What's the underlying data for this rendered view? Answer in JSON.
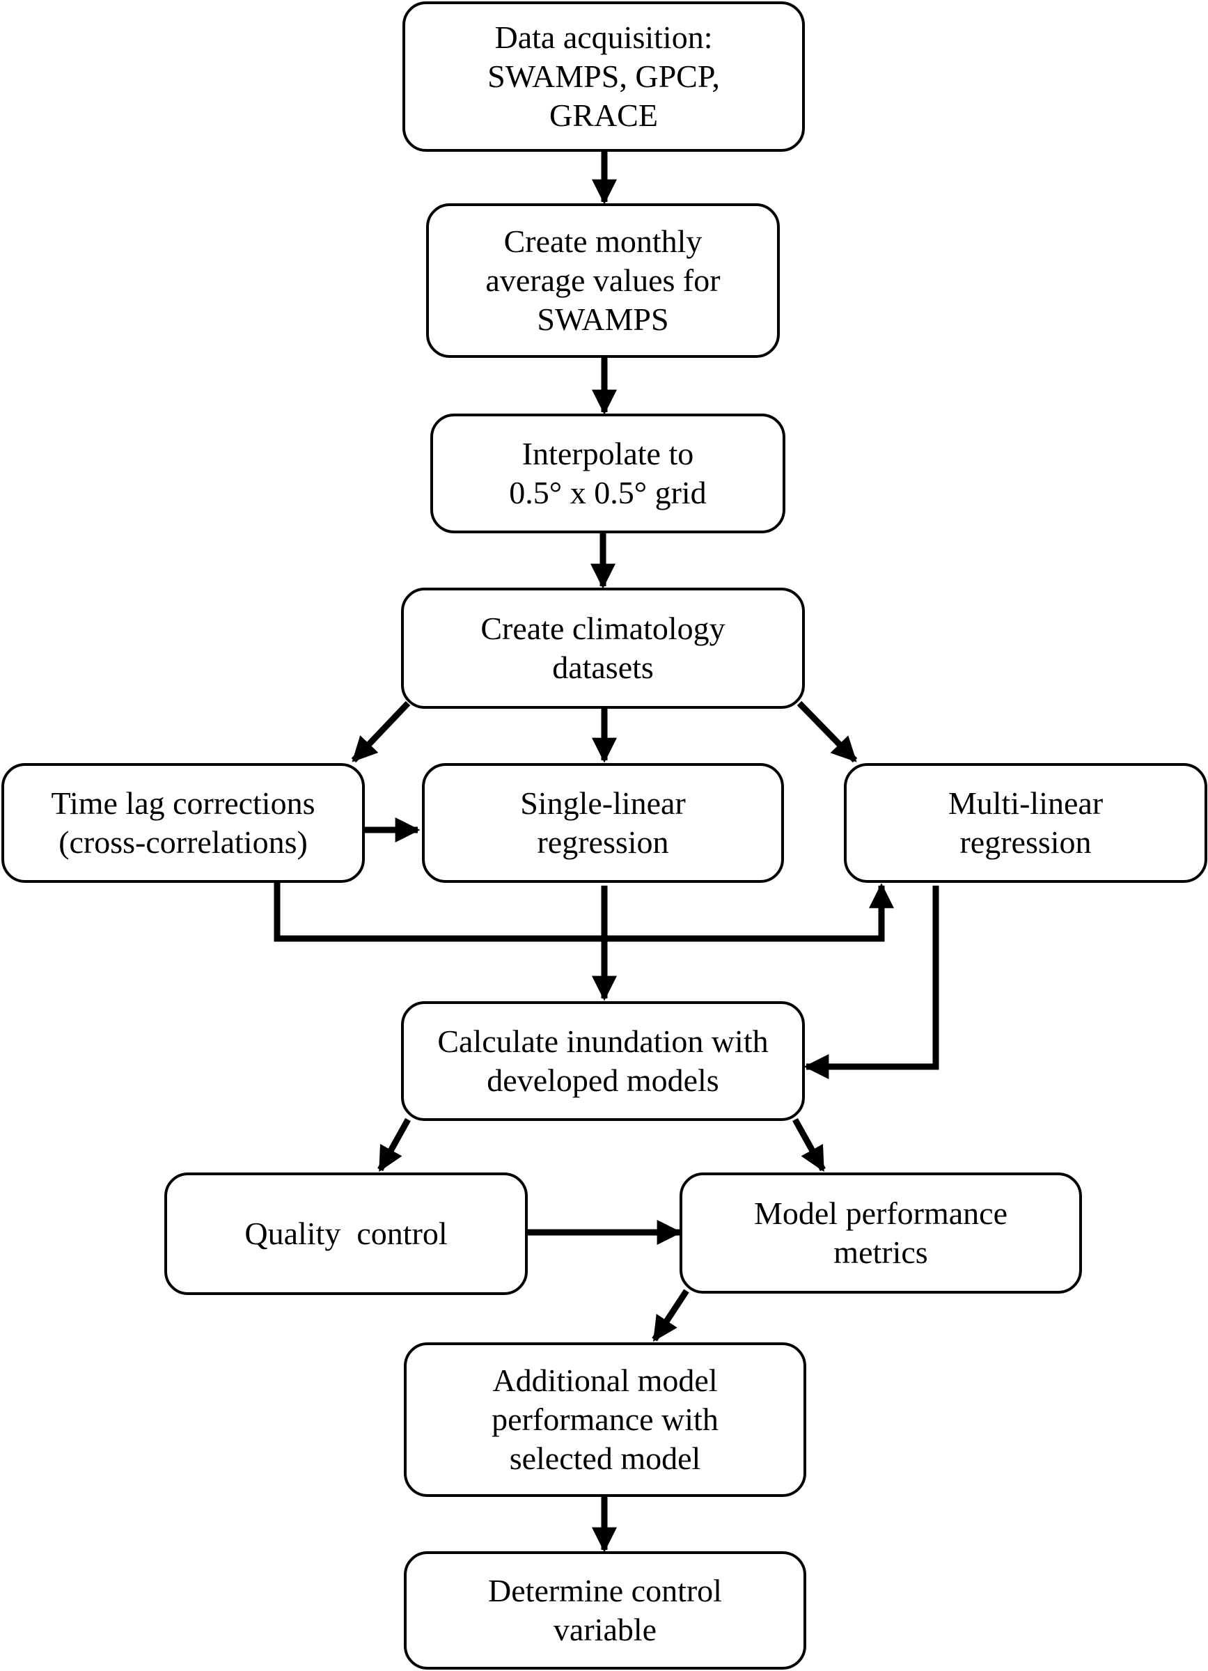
{
  "nodes": {
    "data_acquisition": [
      "Data acquisition:",
      "SWAMPS, GPCP,",
      "GRACE"
    ],
    "monthly_average": [
      "Create monthly",
      "average values for",
      "SWAMPS"
    ],
    "interpolate": [
      "Interpolate to",
      "0.5° x 0.5° grid"
    ],
    "climatology": [
      "Create climatology",
      "datasets"
    ],
    "time_lag": [
      "Time lag corrections",
      "(cross-correlations)"
    ],
    "single_linear": [
      "Single-linear",
      "regression"
    ],
    "multi_linear": [
      "Multi-linear",
      "regression"
    ],
    "calculate_inundation": [
      "Calculate inundation with",
      "developed models"
    ],
    "quality_control": [
      "Quality  control"
    ],
    "model_performance": [
      "Model performance",
      "metrics"
    ],
    "additional_performance": [
      "Additional model",
      "performance with",
      "selected model"
    ],
    "determine_control": [
      "Determine control",
      "variable"
    ]
  }
}
